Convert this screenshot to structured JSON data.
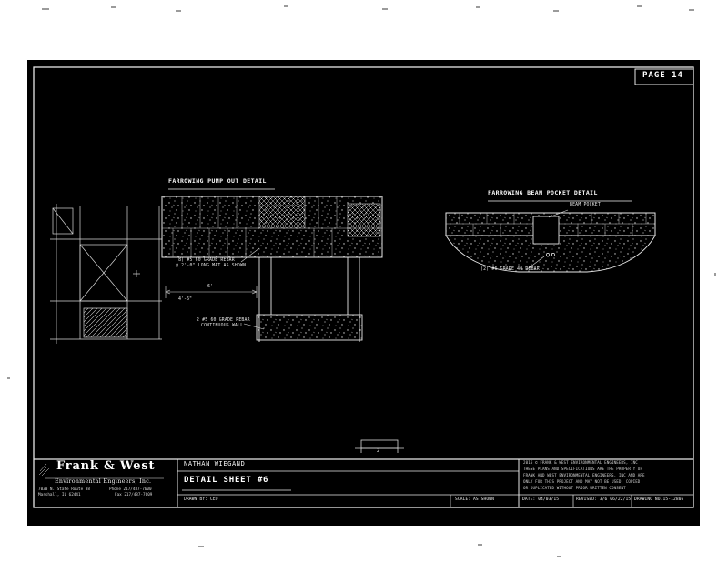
{
  "page": {
    "label": "PAGE 14"
  },
  "pump_detail": {
    "title": "FARROWING PUMP OUT DETAIL",
    "note_mat_1": "(8) #5 60 GRADE REBAR",
    "note_mat_2": "@ 2'-0\" LONG MAT AS SHOWN",
    "dim_width": "6'",
    "dim_depth": "4'-6\"",
    "note_cont_1": "2 #5 60 GRADE REBAR",
    "note_cont_2": "CONTINUOUS WALL"
  },
  "beam_detail": {
    "title": "FARROWING BEAM POCKET DETAIL",
    "pocket_label": "BEAM POCKET",
    "note_rebar": "(2) #6 GRADE 40 REBAR"
  },
  "section_marker": {
    "label": "2"
  },
  "title_block": {
    "company": "Frank & West",
    "subtitle": "Environmental Engineers, Inc.",
    "address_1": "7030 N. State Route 38",
    "address_2": "Marshall, IL 62441",
    "phone": "Phone 217/487-7600",
    "fax": "Fax 217/487-7609",
    "client": "NATHAN WIEGAND",
    "sheet": "DETAIL SHEET #6",
    "drawn_by": "DRAWN BY: CEO",
    "copyright": [
      "2015 © FRANK & WEST ENVIRONMENTAL ENGINEERS, INC",
      "THESE PLANS AND SPECIFICATIONS ARE THE PROPERTY OF",
      "FRANK AND WEST ENVIRONMENTAL ENGINEERS, INC AND ARE",
      "ONLY FOR THIS PROJECT AND MAY NOT BE USED, COPIED",
      "OR DUPLICATED WITHOUT PRIOR WRITTEN CONSENT"
    ],
    "scale": "SCALE: AS SHOWN",
    "date": "DATE: 04/03/15",
    "revised": "REVISED: 3/6 06/22/15",
    "drawing_no": "DRAWING NO.15-12805"
  }
}
